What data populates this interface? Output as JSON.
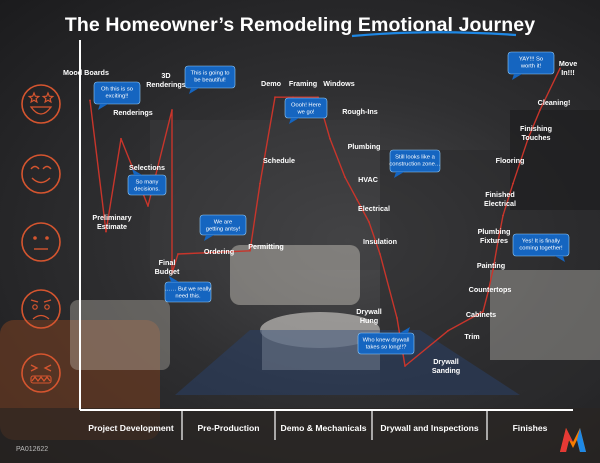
{
  "title": "The Homeowner’s Remodeling Emotional Journey",
  "title_highlight": "Emotional Journey",
  "footer_code": "PA012622",
  "colors": {
    "line": "#c8352b",
    "axis": "#ffffff",
    "callout_fill": "#1565c0",
    "callout_text": "#ffffff",
    "emoji": "#d5552f",
    "title_underline": "#1e88e5"
  },
  "emotion_scale_icons": [
    "star-eyes-face-icon",
    "smiling-face-icon",
    "neutral-face-icon",
    "worried-face-icon",
    "distressed-face-icon"
  ],
  "logo": "m-logo-icon",
  "chart_data": {
    "type": "line",
    "title": "The Homeowner’s Remodeling Emotional Journey",
    "xlabel": "",
    "ylabel": "",
    "grid": false,
    "phases": [
      "Project Development",
      "Pre-Production",
      "Demo & Mechanicals",
      "Drywall and Inspections",
      "Finishes"
    ],
    "series": [
      {
        "points": [
          {
            "label": "Mood Boards",
            "phase": "Project Development",
            "y": 88
          },
          {
            "label": "Preliminary Estimate",
            "phase": "Project Development",
            "y": 47
          },
          {
            "label": "Renderings",
            "phase": "Project Development",
            "y": 76
          },
          {
            "label": "Selections",
            "phase": "Project Development",
            "y": 55
          },
          {
            "label": "3D Renderings",
            "phase": "Project Development",
            "y": 85
          },
          {
            "label": "Final Budget",
            "phase": "Pre-Production",
            "y": 34
          },
          {
            "label": "Ordering",
            "phase": "Pre-Production",
            "y": 40
          },
          {
            "label": "Permitting",
            "phase": "Pre-Production",
            "y": 41
          },
          {
            "label": "Schedule",
            "phase": "Demo & Mechanicals",
            "y": 62
          },
          {
            "label": "Demo",
            "phase": "Demo & Mechanicals",
            "y": 89
          },
          {
            "label": "Framing",
            "phase": "Demo & Mechanicals",
            "y": 89
          },
          {
            "label": "Windows",
            "phase": "Demo & Mechanicals",
            "y": 89
          },
          {
            "label": "Rough-Ins",
            "phase": "Demo & Mechanicals",
            "y": 76
          },
          {
            "label": "Plumbing",
            "phase": "Demo & Mechanicals",
            "y": 64
          },
          {
            "label": "HVAC",
            "phase": "Demo & Mechanicals",
            "y": 57
          },
          {
            "label": "Electrical",
            "phase": "Demo & Mechanicals",
            "y": 50
          },
          {
            "label": "Insulation",
            "phase": "Drywall and Inspections",
            "y": 40
          },
          {
            "label": "Drywall Hung",
            "phase": "Drywall and Inspections",
            "y": 20
          },
          {
            "label": "Drywall Sanding",
            "phase": "Drywall and Inspections",
            "y": 5
          },
          {
            "label": "Trim",
            "phase": "Finishes",
            "y": 16
          },
          {
            "label": "Cabinets",
            "phase": "Finishes",
            "y": 22
          },
          {
            "label": "Countertops",
            "phase": "Finishes",
            "y": 28
          },
          {
            "label": "Painting",
            "phase": "Finishes",
            "y": 35
          },
          {
            "label": "Plumbing Fixtures",
            "phase": "Finishes",
            "y": 44
          },
          {
            "label": "Finished Electrical",
            "phase": "Finishes",
            "y": 52
          },
          {
            "label": "Flooring",
            "phase": "Finishes",
            "y": 62
          },
          {
            "label": "Finishing Touches",
            "phase": "Finishes",
            "y": 76
          },
          {
            "label": "Cleaning!",
            "phase": "Finishes",
            "y": 85
          },
          {
            "label": "Move In!!!",
            "phase": "Finishes",
            "y": 98
          }
        ]
      }
    ],
    "annotations": [
      "Oh this is so exciting!!",
      "This is going to be beautiful!",
      "So many decisions.",
      "We are getting antsy!",
      "…… But we really need this.",
      "Oooh! Here we go!",
      "Still looks like a construction zone…",
      "Who knew drywall takes so long!!?",
      "Yes! It is finally coming together!",
      "YAY!!! So worth it!"
    ]
  }
}
